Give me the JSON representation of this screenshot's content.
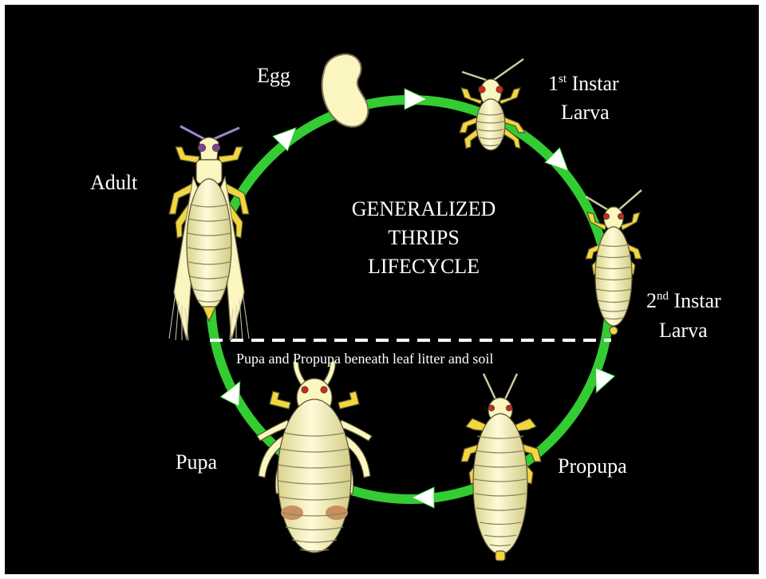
{
  "title": {
    "line1": "GENERALIZED",
    "line2": "THRIPS",
    "line3": "LIFECYCLE"
  },
  "stages": {
    "egg": "Egg",
    "first_instar": {
      "number": "1",
      "suffix": "st",
      "word": "Instar",
      "line2": "Larva"
    },
    "second_instar": {
      "number": "2",
      "suffix": "nd",
      "word": "Instar",
      "line2": "Larva"
    },
    "propupa": "Propupa",
    "pupa": "Pupa",
    "adult": "Adult"
  },
  "underground_note": "Pupa and Propupa beneath leaf litter and soil",
  "colors": {
    "background": "#000000",
    "cycle_ring": "#33cc33",
    "arrow_heads": "#ffffff",
    "divider": "#ffffff",
    "insect_body": "#fbf6bf",
    "insect_legs": "#f2d640",
    "eyes": "#e0201c",
    "adult_eyes": "#8040a0",
    "text": "#ffffff"
  }
}
